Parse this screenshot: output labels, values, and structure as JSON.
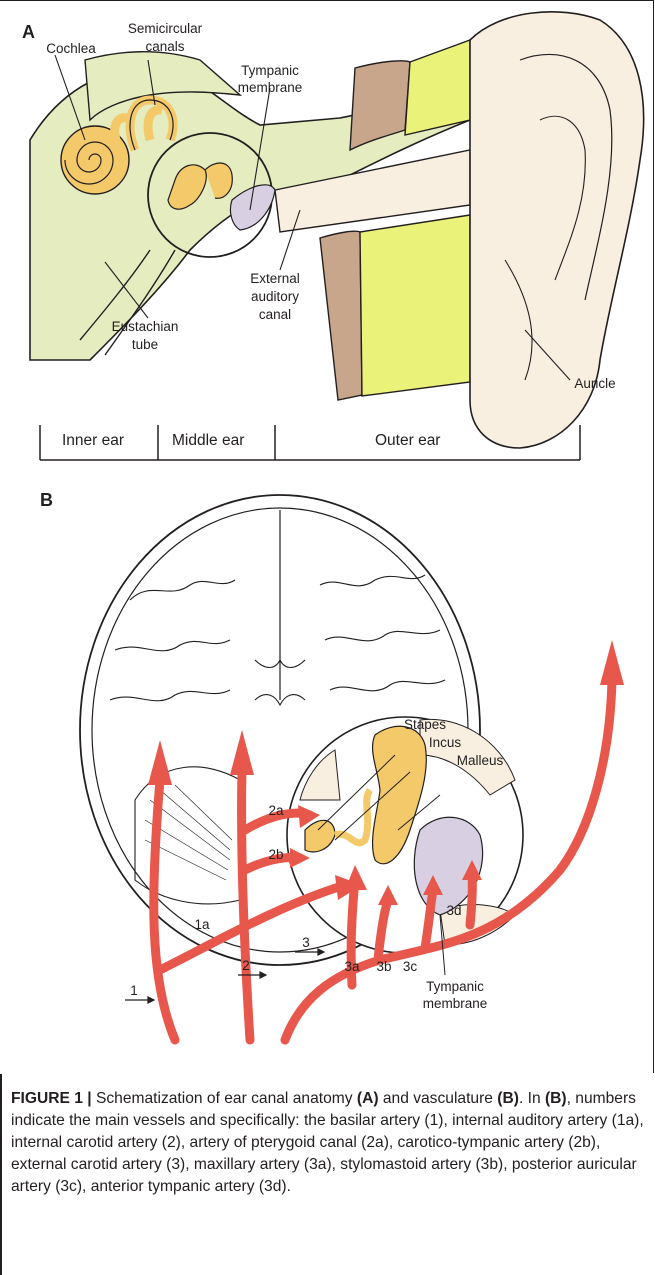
{
  "panel_a": {
    "letter": "A",
    "labels": {
      "cochlea": "Cochlea",
      "semicircular_1": "Semicircular",
      "semicircular_2": "canals",
      "tympanic_1": "Tympanic",
      "tympanic_2": "membrane",
      "external_1": "External",
      "external_2": "auditory",
      "external_3": "canal",
      "eustachian_1": "Eustachian",
      "eustachian_2": "tube",
      "auricle": "Auricle"
    },
    "regions": {
      "inner": "Inner ear",
      "middle": "Middle ear",
      "outer": "Outer ear"
    }
  },
  "panel_b": {
    "letter": "B",
    "labels": {
      "stapes": "Stapes",
      "incus": "Incus",
      "malleus": "Malleus",
      "tympanic_1": "Tympanic",
      "tympanic_2": "membrane",
      "v1": "1",
      "v1a": "1a",
      "v2": "2",
      "v2a": "2a",
      "v2b": "2b",
      "v3": "3",
      "v3a": "3a",
      "v3b": "3b",
      "v3c": "3c",
      "v3d": "3d"
    }
  },
  "caption": {
    "figure_label": "FIGURE 1 |",
    "text_1": " Schematization of ear canal anatomy ",
    "ref_a": "(A)",
    "text_2": " and vasculature ",
    "ref_b": "(B)",
    "text_3": ". In ",
    "ref_b2": "(B)",
    "text_4": ", numbers indicate the main vessels and specifically: the basilar artery (1), internal auditory artery (1a), internal carotid artery (2), artery of pterygoid canal (2a), carotico-tympanic artery (2b), external carotid artery (3), maxillary artery (3a), stylomastoid artery (3b), posterior auricular artery (3c), anterior tympanic artery (3d)."
  },
  "colors": {
    "bone": "#e4ecc0",
    "yellow": "#eaf27a",
    "brown": "#c7a68c",
    "skin": "#f8efe0",
    "ossicle": "#f4c96a",
    "membrane": "#d8d0e2",
    "artery": "#e8574c"
  }
}
